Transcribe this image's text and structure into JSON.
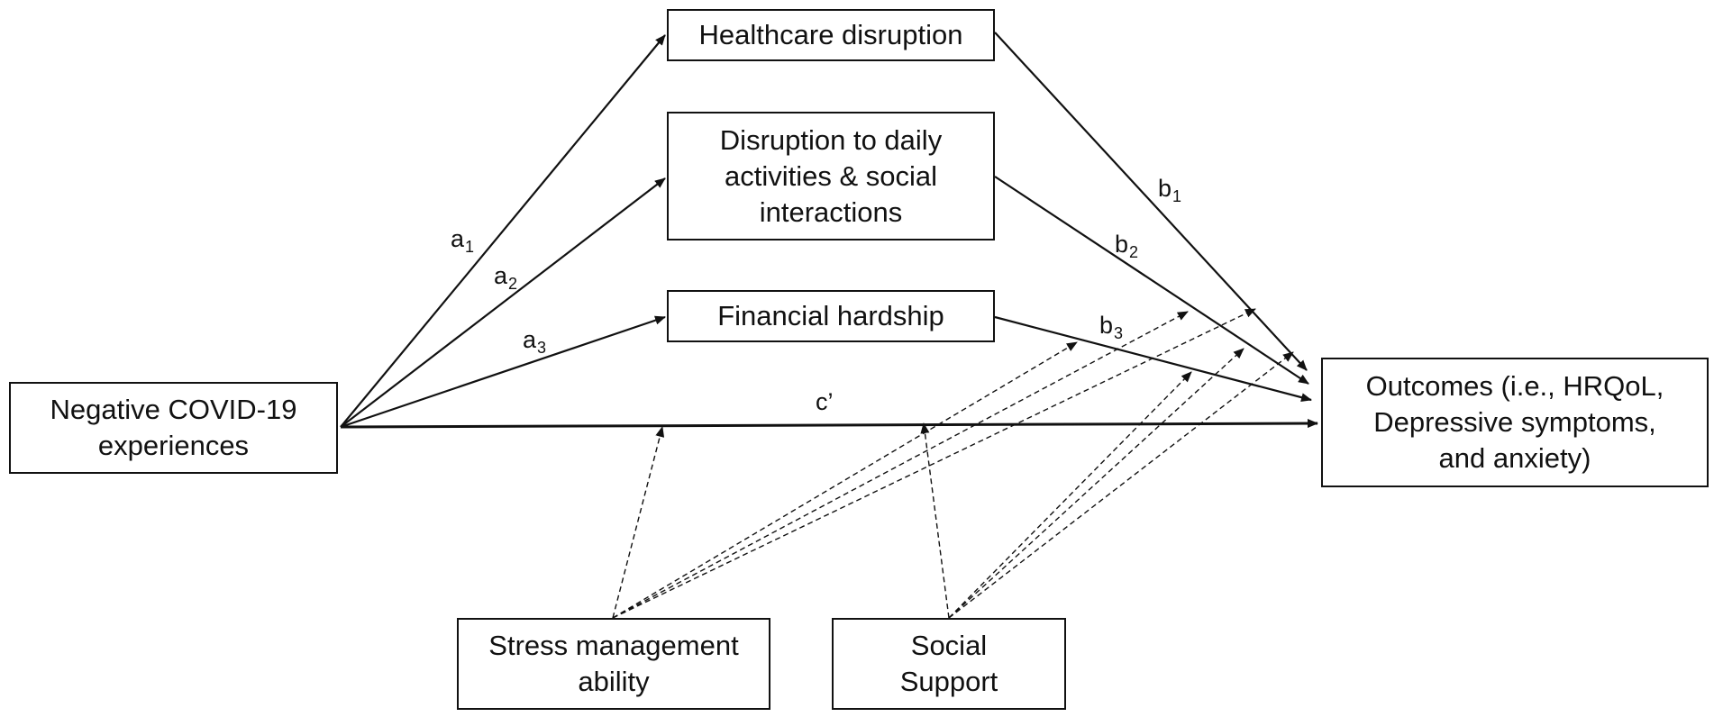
{
  "nodes": {
    "predictor": "Negative COVID-19\nexperiences",
    "mediator_1": "Healthcare disruption",
    "mediator_2": "Disruption to daily\nactivities & social\ninteractions",
    "mediator_3": "Financial hardship",
    "outcome": "Outcomes (i.e., HRQoL,\nDepressive symptoms,\nand anxiety)",
    "moderator_1": "Stress management\nability",
    "moderator_2": "Social\nSupport"
  },
  "paths": {
    "a1": {
      "base": "a",
      "sub": "1"
    },
    "a2": {
      "base": "a",
      "sub": "2"
    },
    "a3": {
      "base": "a",
      "sub": "3"
    },
    "b1": {
      "base": "b",
      "sub": "1"
    },
    "b2": {
      "base": "b",
      "sub": "2"
    },
    "b3": {
      "base": "b",
      "sub": "3"
    },
    "c_prime": "c’"
  }
}
